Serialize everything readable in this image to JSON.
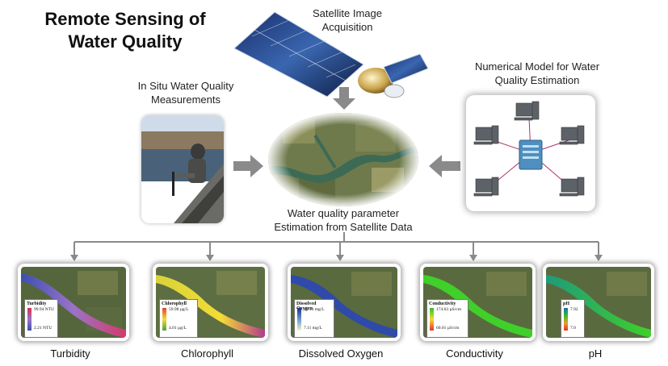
{
  "title_line1": "Remote Sensing of",
  "title_line2": "Water Quality",
  "satellite_label_line1": "Satellite Image",
  "satellite_label_line2": "Acquisition",
  "insitu_label_line1": "In Situ Water Quality",
  "insitu_label_line2": "Measurements",
  "model_label_line1": "Numerical Model for Water",
  "model_label_line2": "Quality Estimation",
  "estimation_label_line1": "Water quality parameter",
  "estimation_label_line2": "Estimation from Satellite Data",
  "panels": [
    {
      "caption": "Turbidity",
      "legend_title": "Turbidity",
      "max": "99.94 NTU",
      "min": "2.21 NTU"
    },
    {
      "caption": "Chlorophyll",
      "legend_title": "Chlorophyll",
      "max": "59.98 µg/L",
      "min": "4.01 µg/L"
    },
    {
      "caption": "Dissolved Oxygen",
      "legend_title": "Dissolved Oxygen",
      "max": "12.13 mg/L",
      "min": "7.11 mg/L"
    },
    {
      "caption": "Conductivity",
      "legend_title": "Conductivity",
      "max": "174.63 µS/cm",
      "min": "60.01 µS/cm"
    },
    {
      "caption": "pH",
      "legend_title": "pH",
      "max": "7.92",
      "min": "7.0"
    }
  ]
}
